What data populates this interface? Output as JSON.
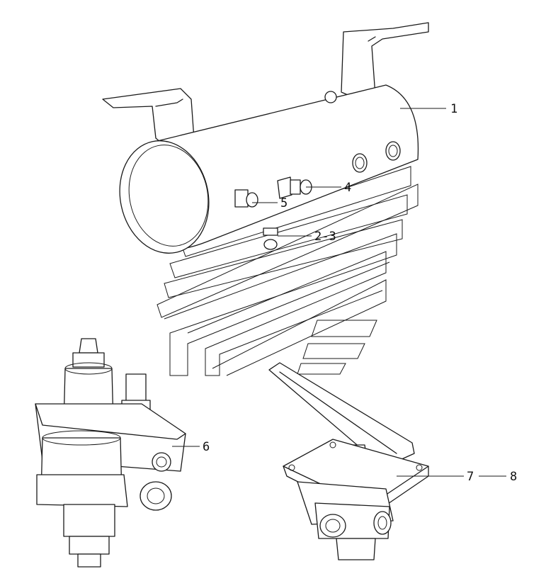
{
  "colors": {
    "line": "#1a1a1a",
    "background": "#ffffff"
  },
  "callouts": {
    "part_1": "1",
    "part_2_3": "2-3",
    "part_4": "4",
    "part_5": "5",
    "part_6": "6",
    "part_7": "7",
    "part_8": "8"
  }
}
